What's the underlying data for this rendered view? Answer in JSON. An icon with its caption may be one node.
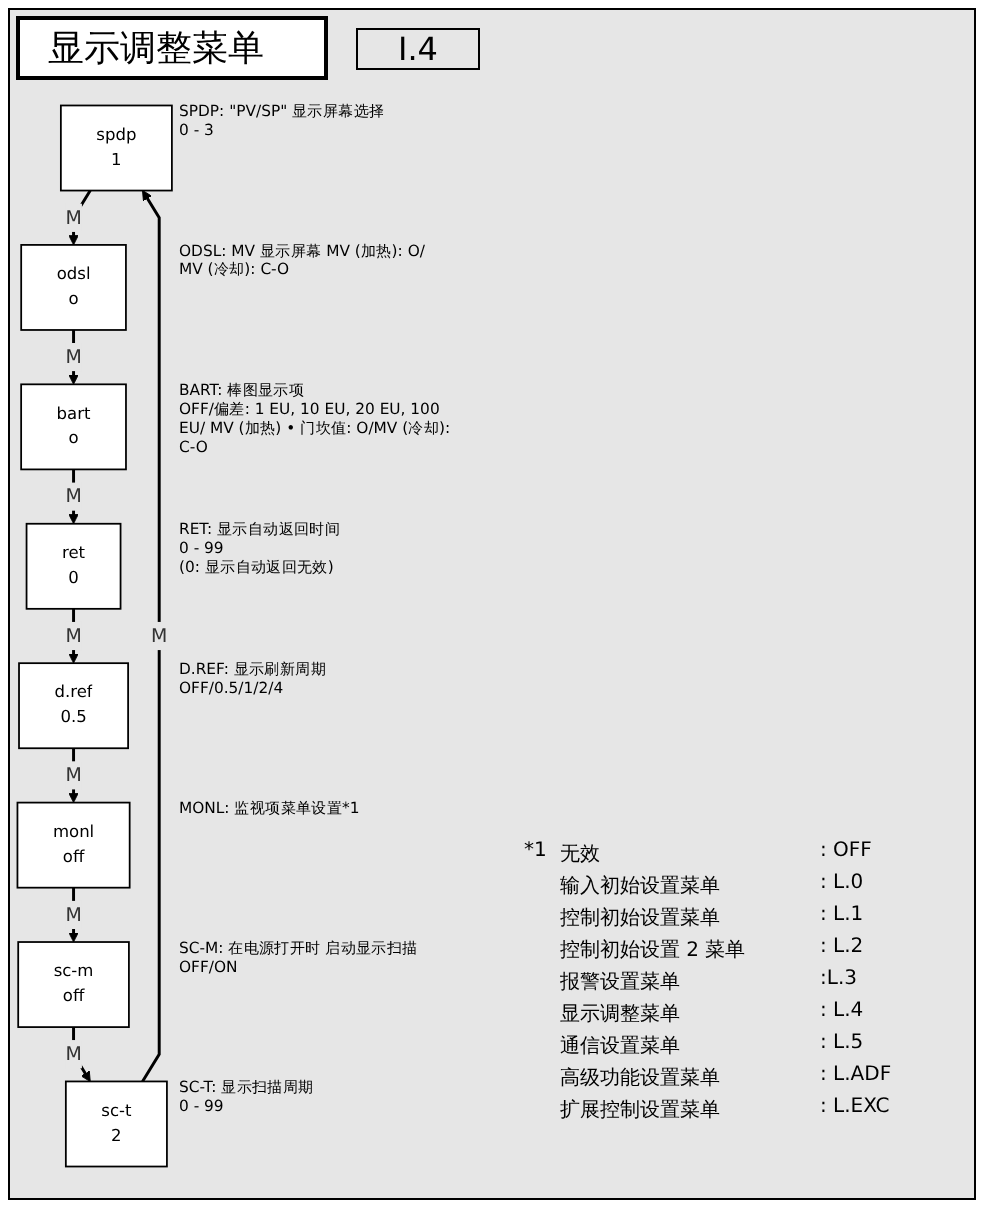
{
  "diagram": {
    "title": "显示调整菜单",
    "nodes": [
      {
        "text": [
          "spdp",
          "1"
        ],
        "beside": [
          "SPDP: \"PV/SP\" 显示屏幕选择",
          "0 - 3"
        ]
      },
      {
        "text": [
          "odsl",
          "o"
        ],
        "beside": [
          "ODSL: MV 显示屏幕 MV (加热): O/ MV (冷却): C-O"
        ]
      },
      {
        "text": [
          "bart",
          "o"
        ],
        "beside": [
          "BART: 棒图显示项",
          "OFF/偏差: 1 EU, 10 EU, 20 EU, 100 EU/ MV (加热) • 门坎值: O/MV (冷却): C-O"
        ]
      },
      {
        "text": [
          "ret",
          "0"
        ],
        "beside": [
          "RET: 显示自动返回时间",
          "0 - 99",
          "(0: 显示自动返回无效)"
        ]
      },
      {
        "text": [
          "d.ref",
          "0.5"
        ],
        "beside": [
          "D.REF: 显示刷新周期",
          "OFF/0.5/1/2/4"
        ]
      },
      {
        "text": [
          "monl",
          "off"
        ],
        "beside": [
          "MONL: 监视项菜单设置*1"
        ]
      },
      {
        "text": [
          "sc-m",
          "off"
        ],
        "beside": [
          "SC-M: 在电源打开时 启动显示扫描",
          "OFF/ON"
        ]
      },
      {
        "text": [
          "sc-t",
          "2"
        ],
        "beside": [
          "SC-T: 显示扫描周期",
          "0 - 99"
        ]
      }
    ],
    "edges": [
      {
        "from": 0,
        "to": 1,
        "arrow": "to",
        "label": "M"
      },
      {
        "from": 1,
        "to": 2,
        "arrow": "to",
        "label": "M"
      },
      {
        "from": 2,
        "to": 3,
        "arrow": "to",
        "label": "M"
      },
      {
        "from": 3,
        "to": 4,
        "arrow": "to",
        "label": "M"
      },
      {
        "from": 4,
        "to": 5,
        "arrow": "to",
        "label": "M"
      },
      {
        "from": 5,
        "to": 6,
        "arrow": "to",
        "label": "M"
      },
      {
        "from": 6,
        "to": 7,
        "arrow": "to",
        "label": "M"
      },
      {
        "from": 7,
        "to": 0,
        "arrow": "to",
        "label": "M"
      }
    ],
    "labels": [
      "I.4",
      "*1",
      "无效",
      ": OFF",
      "输入初始设置菜单",
      ": L.0",
      "控制初始设置菜单",
      ": L.1",
      "控制初始设置 2 菜单",
      ": L.2",
      "报警设置菜单",
      ":L.3",
      "显示调整菜单",
      ": L.4",
      "通信设置菜单",
      ": L.5",
      "高级功能设置菜单",
      ": L.ADF",
      "扩展控制设置菜单",
      ": L.EXC"
    ]
  }
}
